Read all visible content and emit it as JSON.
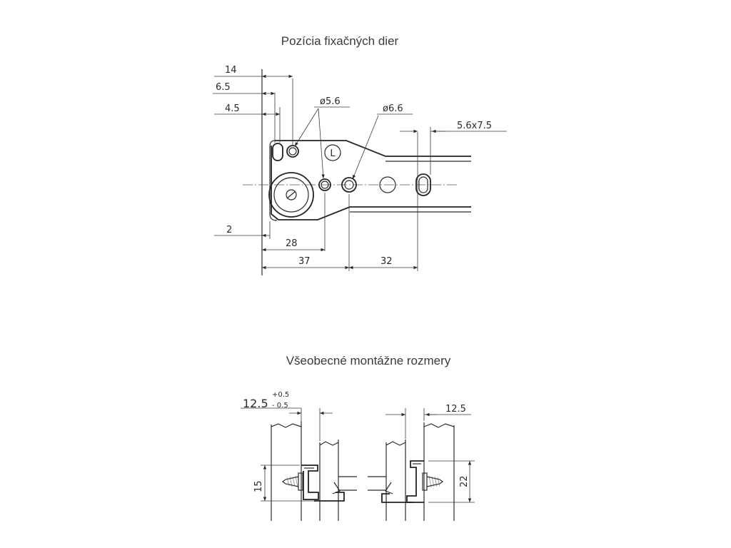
{
  "titles": {
    "top": "Pozícia fixačných dier",
    "bottom": "Všeobecné montážne rozmery"
  },
  "top_drawing": {
    "dim_14": "14",
    "dim_6_5": "6.5",
    "dim_4_5": "4.5",
    "dim_2": "2",
    "dim_28": "28",
    "dim_37": "37",
    "dim_32": "32",
    "dia_5_6": "ø5.6",
    "dia_6_6": "ø6.6",
    "slot": "5.6x7.5",
    "side_mark": "L"
  },
  "bottom_drawing": {
    "left_gap": "12.5",
    "tol_plus": "+0.5",
    "tol_minus": "- 0.5",
    "left_height": "15",
    "right_gap": "12.5",
    "right_height": "22"
  }
}
